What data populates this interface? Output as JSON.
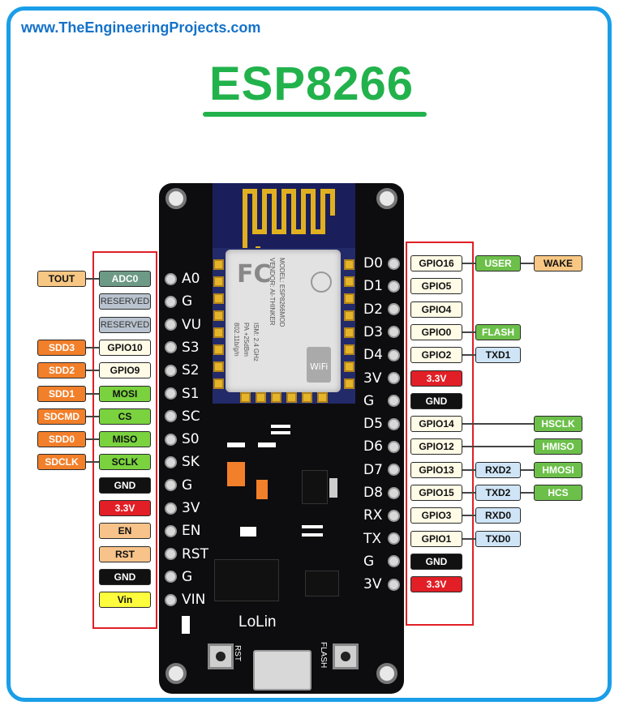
{
  "site_url": "www.TheEngineeringProjects.com",
  "title": "ESP8266",
  "board": {
    "brand": "LoLin",
    "rst_label": "RST",
    "flash_label": "FLASH",
    "shield_lines": [
      "MODEL: ESP8266MOD",
      "VENDOR: AI-THINKER",
      "ISM: 2.4 GHz",
      "PA +25dBm",
      "802.11b/g/n"
    ],
    "left_pins": [
      "A0",
      "G",
      "VU",
      "S3",
      "S2",
      "S1",
      "SC",
      "S0",
      "SK",
      "G",
      "3V",
      "EN",
      "RST",
      "G",
      "VIN"
    ],
    "right_pins": [
      "D0",
      "D1",
      "D2",
      "D3",
      "D4",
      "3V",
      "G",
      "D5",
      "D6",
      "D7",
      "D8",
      "RX",
      "TX",
      "G",
      "3V"
    ]
  },
  "left_tags": {
    "col2": [
      "ADC0",
      "RESERVED",
      "RESERVED",
      "GPIO10",
      "GPIO9",
      "MOSI",
      "CS",
      "MISO",
      "SCLK",
      "GND",
      "3.3V",
      "EN",
      "RST",
      "GND",
      "Vin"
    ],
    "col1": [
      "TOUT",
      "",
      "",
      "SDD3",
      "SDD2",
      "SDD1",
      "SDCMD",
      "SDD0",
      "SDCLK",
      "",
      "",
      "",
      "",
      "",
      ""
    ]
  },
  "right_tags": {
    "col1": [
      "GPIO16",
      "GPIO5",
      "GPIO4",
      "GPIO0",
      "GPIO2",
      "3.3V",
      "GND",
      "GPIO14",
      "GPIO12",
      "GPIO13",
      "GPIO15",
      "GPIO3",
      "GPIO1",
      "GND",
      "3.3V"
    ],
    "col2": [
      "USER",
      "",
      "",
      "FLASH",
      "TXD1",
      "",
      "",
      "",
      "",
      "RXD2",
      "TXD2",
      "RXD0",
      "TXD0",
      "",
      ""
    ],
    "col3": [
      "WAKE",
      "",
      "",
      "",
      "",
      "",
      "",
      "HSCLK",
      "HMISO",
      "HMOSI",
      "HCS",
      "",
      "",
      "",
      ""
    ]
  },
  "colors": {
    "frame": "#1a9ee8",
    "title": "#22b24c",
    "url": "#1572c9",
    "redbox": "#e01f26",
    "board": "#0d0d0f",
    "module": "#232a6a"
  }
}
